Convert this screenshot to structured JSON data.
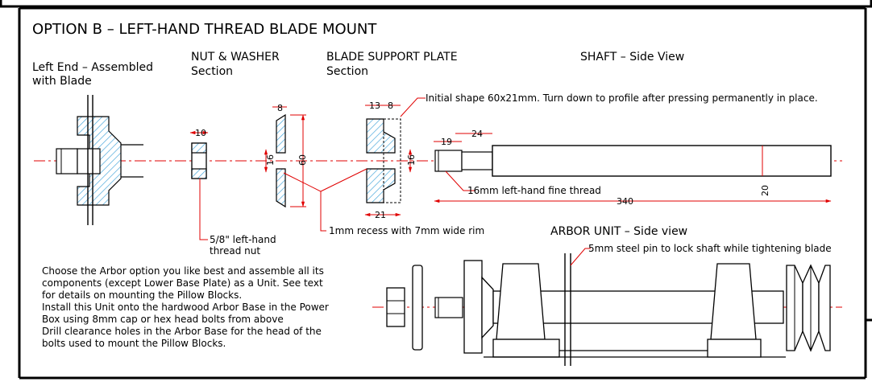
{
  "title": "OPTION B – LEFT-HAND THREAD BLADE MOUNT",
  "views": {
    "left_end_line1": "Left End – Assembled",
    "left_end_line2": "with Blade",
    "nut_washer_line1": "NUT & WASHER",
    "nut_washer_line2": "Section",
    "blade_support_line1": "BLADE SUPPORT PLATE",
    "blade_support_line2": "Section",
    "shaft_side": "SHAFT – Side View",
    "arbor_unit": "ARBOR UNIT – Side view"
  },
  "notes": {
    "initial_shape": "Initial shape 60x21mm. Turn down to profile after pressing permanently in place.",
    "recess": "1mm recess with 7mm wide rim",
    "nut_line1": "5/8\" left-hand",
    "nut_line2": "thread nut",
    "thread": "16mm left-hand fine thread",
    "pin": "5mm steel pin to lock shaft while tightening blade"
  },
  "dimensions": {
    "nut_width": "10",
    "washer_width": "8",
    "washer_bore": "16",
    "washer_dia": "60",
    "plate_w1": "13",
    "plate_w2": "8",
    "plate_bore": "16",
    "plate_total": "21",
    "shaft_thread": "19",
    "shaft_step": "24",
    "shaft_length": "340",
    "shaft_dia": "20"
  },
  "instructions": [
    "Choose the Arbor option you like best and assemble all its",
    "components (except Lower Base Plate) as a Unit. See text",
    "for details on mounting the Pillow Blocks.",
    "Install this Unit onto the hardwood Arbor Base in the Power",
    "Box using 8mm cap or hex head bolts from above",
    "Drill clearance holes in the Arbor Base for the head of the",
    "bolts used to mount the Pillow Blocks."
  ],
  "colors": {
    "dimension_red": "#e00000",
    "hatch_blue": "#3aa0d8",
    "line_black": "#000000"
  }
}
